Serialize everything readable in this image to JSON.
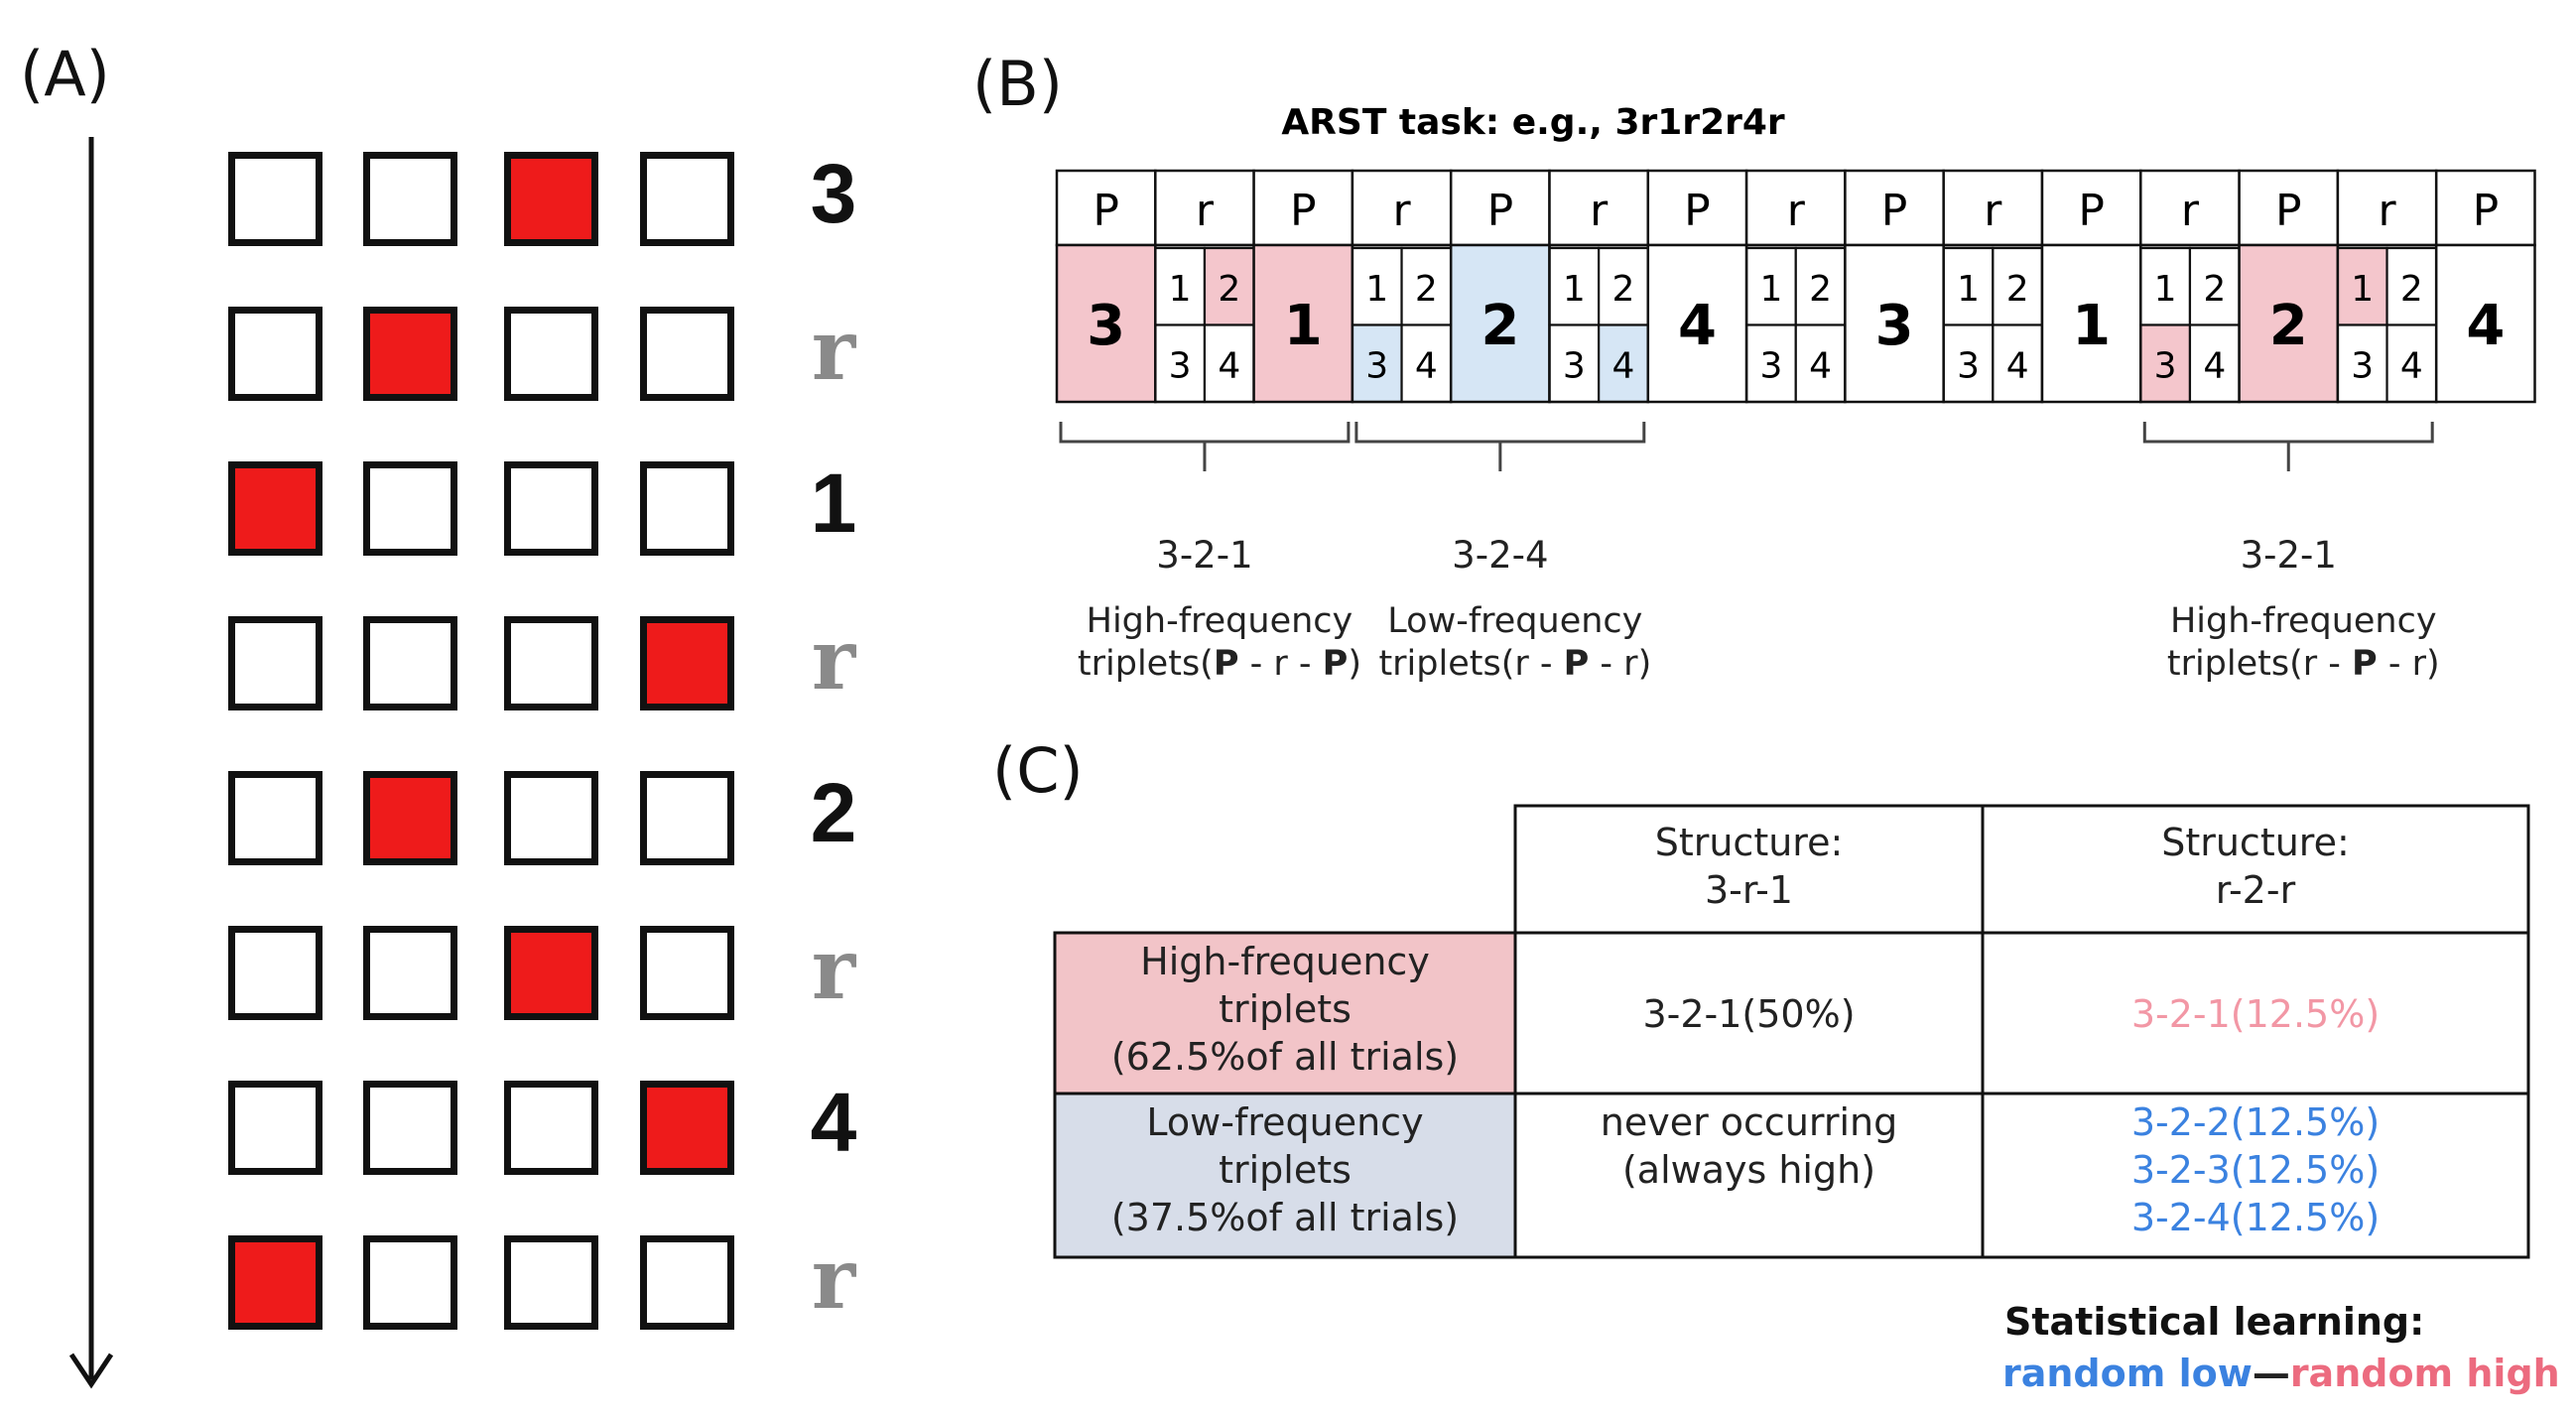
{
  "colors": {
    "red_square": "#ee1b1b",
    "pink_fill": "#f4c6cc",
    "blue_fill": "#d6e6f5",
    "table_pink": "#f2c4c8",
    "table_blue": "#d7dde9",
    "blue_text": "#3b82e0",
    "pink_text": "#ec6b7f",
    "gray_r": "#8a8a8a"
  },
  "panel_a": {
    "label": "(A)",
    "rows": [
      {
        "active": 3,
        "label": "3",
        "type": "pattern"
      },
      {
        "active": 2,
        "label": "r",
        "type": "random"
      },
      {
        "active": 1,
        "label": "1",
        "type": "pattern"
      },
      {
        "active": 4,
        "label": "r",
        "type": "random"
      },
      {
        "active": 2,
        "label": "2",
        "type": "pattern"
      },
      {
        "active": 3,
        "label": "r",
        "type": "random"
      },
      {
        "active": 4,
        "label": "4",
        "type": "pattern"
      },
      {
        "active": 1,
        "label": "r",
        "type": "random"
      }
    ]
  },
  "panel_b": {
    "label": "(B)",
    "title": "ARST  task: e.g., 3r1r2r4r",
    "headers": [
      "P",
      "r",
      "P",
      "r",
      "P",
      "r",
      "P",
      "r",
      "P",
      "r",
      "P",
      "r",
      "P",
      "r",
      "P"
    ],
    "cells": [
      {
        "kind": "big",
        "value": "3",
        "fill": "pink"
      },
      {
        "kind": "grid",
        "values": [
          "1",
          "2",
          "3",
          "4"
        ],
        "fills": [
          "",
          "pink",
          "",
          ""
        ]
      },
      {
        "kind": "big",
        "value": "1",
        "fill": "pink"
      },
      {
        "kind": "grid",
        "values": [
          "1",
          "2",
          "3",
          "4"
        ],
        "fills": [
          "",
          "",
          "blue",
          ""
        ]
      },
      {
        "kind": "big",
        "value": "2",
        "fill": "blue"
      },
      {
        "kind": "grid",
        "values": [
          "1",
          "2",
          "3",
          "4"
        ],
        "fills": [
          "",
          "",
          "",
          "blue"
        ]
      },
      {
        "kind": "big",
        "value": "4",
        "fill": ""
      },
      {
        "kind": "grid",
        "values": [
          "1",
          "2",
          "3",
          "4"
        ],
        "fills": [
          "",
          "",
          "",
          ""
        ]
      },
      {
        "kind": "big",
        "value": "3",
        "fill": ""
      },
      {
        "kind": "grid",
        "values": [
          "1",
          "2",
          "3",
          "4"
        ],
        "fills": [
          "",
          "",
          "",
          ""
        ]
      },
      {
        "kind": "big",
        "value": "1",
        "fill": ""
      },
      {
        "kind": "grid",
        "values": [
          "1",
          "2",
          "3",
          "4"
        ],
        "fills": [
          "",
          "",
          "pink",
          ""
        ]
      },
      {
        "kind": "big",
        "value": "2",
        "fill": "pink"
      },
      {
        "kind": "grid",
        "values": [
          "1",
          "2",
          "3",
          "4"
        ],
        "fills": [
          "pink",
          "",
          "",
          ""
        ]
      },
      {
        "kind": "big",
        "value": "4",
        "fill": ""
      }
    ],
    "brackets": [
      {
        "from_col": 0,
        "to_col": 2,
        "triplet": "3-2-1",
        "line1": "High-frequency",
        "line2_parts": [
          [
            "triplets(",
            false
          ],
          [
            "P",
            true
          ],
          [
            " - r - ",
            false
          ],
          [
            "P",
            true
          ],
          [
            ")",
            false
          ]
        ]
      },
      {
        "from_col": 3,
        "to_col": 5,
        "triplet": "3-2-4",
        "line1": "Low-frequency",
        "line2_parts": [
          [
            "triplets(r - ",
            false
          ],
          [
            "P",
            true
          ],
          [
            " - r)",
            false
          ]
        ]
      },
      {
        "from_col": 11,
        "to_col": 13,
        "triplet": "3-2-1",
        "line1": "High-frequency",
        "line2_parts": [
          [
            "triplets(r - ",
            false
          ],
          [
            "P",
            true
          ],
          [
            " - r)",
            false
          ]
        ]
      }
    ]
  },
  "panel_c": {
    "label": "(C)",
    "col_headers": [
      [
        "Structure:",
        "3-r-1"
      ],
      [
        "Structure:",
        "r-2-r"
      ]
    ],
    "rows": [
      {
        "label": [
          "High-frequency",
          "triplets",
          "(62.5%of all trials)"
        ],
        "fill": "pink",
        "col1": [
          "3-2-1(50%)"
        ],
        "col2": [
          "3-2-1(12.5%)"
        ],
        "col2_color": "pink"
      },
      {
        "label": [
          "Low-frequency",
          "triplets",
          "(37.5%of all trials)"
        ],
        "fill": "blue",
        "col1": [
          "never occurring",
          "(always high)"
        ],
        "col2": [
          "3-2-2(12.5%)",
          "3-2-3(12.5%)",
          "3-2-4(12.5%)"
        ],
        "col2_color": "blue"
      }
    ],
    "legend_title": "Statistical learning:",
    "legend_low": "random low",
    "legend_dash": "—",
    "legend_high": "random high"
  }
}
